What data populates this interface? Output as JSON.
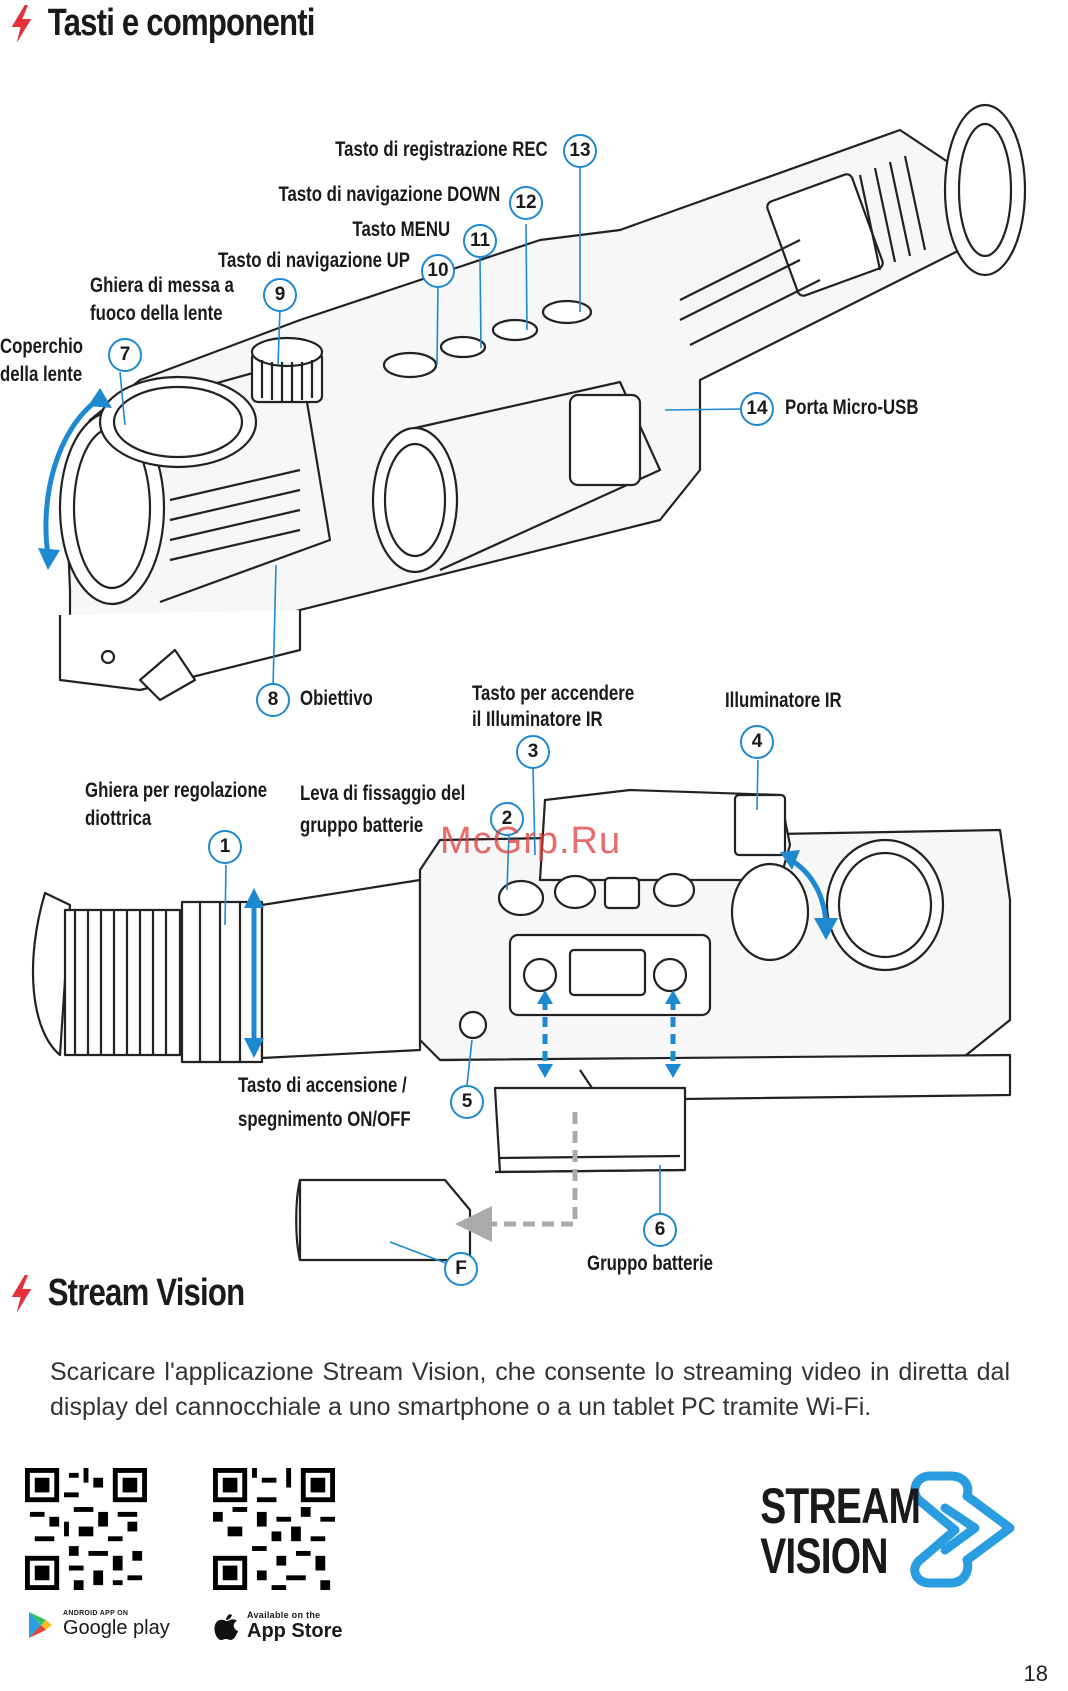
{
  "sections": {
    "components_title": "Tasti e componenti",
    "stream_title": "Stream Vision"
  },
  "labels": {
    "l1": "Ghiera per regolazione",
    "l1b": "diottrica",
    "l2": "Leva di fissaggio del",
    "l2b": "gruppo batterie",
    "l3": "Tasto per accendere",
    "l3b": "il Illuminatore IR",
    "l4": "Illuminatore IR",
    "l5": "Tasto di accensione /",
    "l5b": "spegnimento ON/OFF",
    "l6": "Gruppo batterie",
    "l7": "Coperchio",
    "l7b": "della lente",
    "l8": "Obiettivo",
    "l9": "Ghiera di messa a",
    "l9b": "fuoco della lente",
    "l10": "Tasto di navigazione UP",
    "l11": "Tasto MENU",
    "l12": "Tasto di navigazione DOWN",
    "l13": "Tasto di registrazione REC",
    "l14": "Porta Micro-USB"
  },
  "badges": {
    "b1": "1",
    "b2": "2",
    "b3": "3",
    "b4": "4",
    "b5": "5",
    "b6": "6",
    "b7": "7",
    "b8": "8",
    "b9": "9",
    "b10": "10",
    "b11": "11",
    "b12": "12",
    "b13": "13",
    "b14": "14",
    "bF": "F"
  },
  "watermark": "McGrp.Ru",
  "stream_text": "Scaricare l'applicazione Stream Vision, che consente lo streaming video in diretta dal display del cannocchiale a uno smartphone o a un tablet PC tramite Wi-Fi.",
  "stores": {
    "google_small": "ANDROID APP ON",
    "google_big": "Google play",
    "apple_small": "Available on the",
    "apple_big": "App Store"
  },
  "logo": {
    "line1": "STREAM",
    "line2": "VISION"
  },
  "page_number": "18",
  "colors": {
    "accent": "#1e88d0",
    "bolt": "#e8303a",
    "text": "#1a1a1a"
  }
}
